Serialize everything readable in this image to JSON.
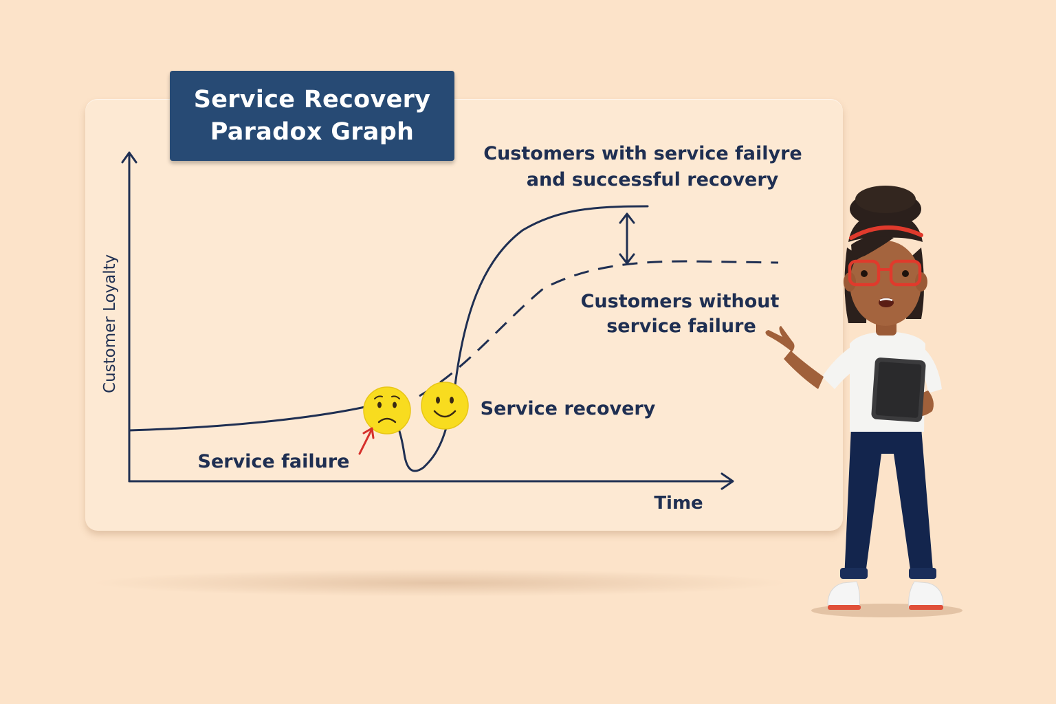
{
  "title": {
    "line1": "Service Recovery",
    "line2": "Paradox Graph"
  },
  "axes": {
    "ylabel": "Customer Loyalty",
    "xlabel": "Time"
  },
  "annotations": {
    "with_failure_line1": "Customers with service failyre",
    "with_failure_line2": "and successful recovery",
    "without_failure_line1": "Customers without",
    "without_failure_line2": "service failure",
    "service_failure": "Service failure",
    "service_recovery": "Service recovery"
  },
  "icons": {
    "sad_face": "sad-face-icon",
    "happy_face": "happy-face-icon",
    "arrow": "red-arrow-icon",
    "gap": "double-arrow-icon",
    "presenter": "presenter-character"
  },
  "colors": {
    "background": "#fce3c9",
    "board": "#fde9d3",
    "ink": "#1f2f52",
    "title_box": "#274a74",
    "emoji": "#f8dc1f",
    "arrow": "#d6302b",
    "glasses": "#e03a2c"
  }
}
